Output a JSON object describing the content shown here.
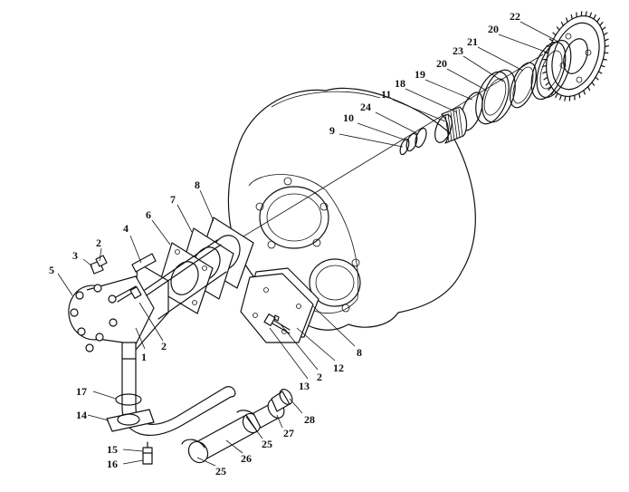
{
  "diagram": {
    "callouts": [
      {
        "id": "c22",
        "text": "22"
      },
      {
        "id": "c20a",
        "text": "20"
      },
      {
        "id": "c21",
        "text": "21"
      },
      {
        "id": "c23",
        "text": "23"
      },
      {
        "id": "c20b",
        "text": "20"
      },
      {
        "id": "c19",
        "text": "19"
      },
      {
        "id": "c18",
        "text": "18"
      },
      {
        "id": "c11",
        "text": "11"
      },
      {
        "id": "c24",
        "text": "24"
      },
      {
        "id": "c10",
        "text": "10"
      },
      {
        "id": "c9",
        "text": "9"
      },
      {
        "id": "c8a",
        "text": "8"
      },
      {
        "id": "c7",
        "text": "7"
      },
      {
        "id": "c6",
        "text": "6"
      },
      {
        "id": "c4",
        "text": "4"
      },
      {
        "id": "c2a",
        "text": "2"
      },
      {
        "id": "c3",
        "text": "3"
      },
      {
        "id": "c5",
        "text": "5"
      },
      {
        "id": "c1",
        "text": "1"
      },
      {
        "id": "c2b",
        "text": "2"
      },
      {
        "id": "c8b",
        "text": "8"
      },
      {
        "id": "c12",
        "text": "12"
      },
      {
        "id": "c2c",
        "text": "2"
      },
      {
        "id": "c13",
        "text": "13"
      },
      {
        "id": "c17",
        "text": "17"
      },
      {
        "id": "c14",
        "text": "14"
      },
      {
        "id": "c15",
        "text": "15"
      },
      {
        "id": "c16",
        "text": "16"
      },
      {
        "id": "c28",
        "text": "28"
      },
      {
        "id": "c27",
        "text": "27"
      },
      {
        "id": "c25a",
        "text": "25"
      },
      {
        "id": "c26",
        "text": "26"
      },
      {
        "id": "c25b",
        "text": "25"
      }
    ]
  }
}
